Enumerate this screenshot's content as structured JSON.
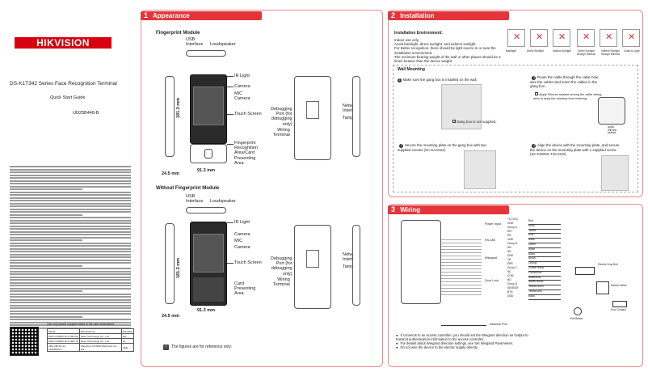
{
  "brand": "HIKVISION",
  "doc": {
    "title": "DS-K1T342 Series Face Recognition Terminal",
    "subtitle": "Quick Start Guide",
    "code": "UD25B448-B"
  },
  "power_table": {
    "caption": "Use only power supplies listed in the user instructions:",
    "headers": [
      "Model",
      "Manufacturer",
      "Standard"
    ],
    "rows": [
      [
        "MSA-C1500IC12.0-18P-DE",
        "Moso Technology Co., Ltd.",
        "IEC"
      ],
      [
        "MSA-C1500IC12.0-18P-US",
        "Moso Technology Co., Ltd.",
        "UL"
      ],
      [
        "ADS-26FSG-12 12018EPCU",
        "Shenzhen HONOR Electronic Co., Ltd.",
        "CEE"
      ]
    ]
  },
  "appearance": {
    "num": "1",
    "title": "Appearance",
    "with_fp": {
      "heading": "Fingerprint Module",
      "usb": "USB\nInterface",
      "loudspeaker": "Loudspeaker",
      "ir": "IR Light",
      "camera": "Camera",
      "mic_cam": "MIC\nCamera",
      "touch": "Touch Screen",
      "fp": "Fingerprint\nRecognition\nArea/Card\nPresenting\nArea",
      "debug": "Debugging\nPort (for\ndebugging\nonly)",
      "wiring": "Wiring\nTerminal",
      "network": "Network\nInterface",
      "tamper": "Tamper",
      "height": "181.3 mm",
      "width": "91.3 mm",
      "depth": "24.5 mm"
    },
    "without_fp": {
      "heading": "Without Fingerprint Module",
      "usb": "USB\nInterface",
      "loudspeaker": "Loudspeaker",
      "ir": "IR Light",
      "camera": "Camera",
      "mic": "MIC",
      "camera2": "Camera",
      "touch": "Touch Screen",
      "card": "Card\nPresenting\nArea",
      "debug": "Debugging\nPort (for\ndebugging\nonly)",
      "wiring": "Wiring\nTerminal",
      "network": "Network\nInterface",
      "tamper": "Tamper",
      "height": "181.3 mm",
      "width": "91.3 mm",
      "depth": "24.5 mm"
    },
    "note": "The figures are for reference only."
  },
  "installation": {
    "num": "2",
    "title": "Installation",
    "env_heading": "Installation Environment:",
    "env_lines": [
      "Indoor use only.",
      "Avoid backlight, direct sunlight, and indirect sunlight.",
      "For Better recognition, there should be light source in or near the",
      "installation environment.",
      "The minimum bearing weight of the wall or other places should be 3",
      "times heavier than the device weight."
    ],
    "env_icons": [
      "Backlight",
      "Direct Sunlight",
      "Indirect Sunlight",
      "Direct Sunlight\nthrough Window",
      "Indirect Sunlight\nthrough Window",
      "Close to Light"
    ],
    "wall_heading": "Wall Mounting",
    "steps": [
      {
        "n": "1",
        "text": "Make sure the gang box is installed on the wall."
      },
      {
        "n": "2",
        "text": "Secure the mounting plate on the gang box with two\nsupplied screws (SC-KA4X22)."
      },
      {
        "n": "3",
        "text": "Route the cable through the cable hole,\nwire the cables and insert the cables in the\ngang box."
      },
      {
        "n": "4",
        "text": "Align the device with the mounting plate, and secure\nthe device on the mounting plate with 1 supplied screw\n(SC-KM3X6-T10-SUS)."
      }
    ],
    "gangbox_note": "Gang box is not supplied.",
    "silicone_note": "Apply Silicone sealant among the cable wiring\narea to keep the raindrop from entering.",
    "silicone_tag": "Apply\nSilicone\nsealant"
  },
  "wiring": {
    "num": "3",
    "title": "Wiring",
    "groups": [
      "Power Input",
      "RS-485",
      "Wiegand",
      "Door Lock"
    ],
    "wire_labels": [
      "+12 VDC",
      "GND",
      "Group A",
      "RS+",
      "RS-",
      "GND",
      "Group B",
      "W0",
      "W1",
      "GND",
      "OK",
      "ERR",
      "Group C",
      "NC",
      "COM",
      "NO",
      "Group D",
      "SENSOR",
      "BTN",
      "GND"
    ],
    "right_labels": [
      "Red",
      "Black",
      "Yellow",
      "Blue",
      "Black",
      "Green",
      "White",
      "Black",
      "Brown",
      "Orange",
      "Purple/Yellow",
      "Purple/Blue",
      "White/Blue",
      "White/Yellow",
      "Yellow/Green",
      "Yellow/Grey",
      "Black"
    ],
    "device_labels": [
      "Electric Drop Bolt",
      "Electric Strike",
      "Door Contact",
      "Exit Button"
    ],
    "network_port": "Network Port",
    "notes": [
      "If connects to an access controller, you should set the Wiegand direction as Output to\ntransmit authentication information to the access controller.",
      "For details about Wiegand direction settings, see Set Wiegand Parameters.",
      "Do not wire the device to the electric supply directly."
    ]
  }
}
